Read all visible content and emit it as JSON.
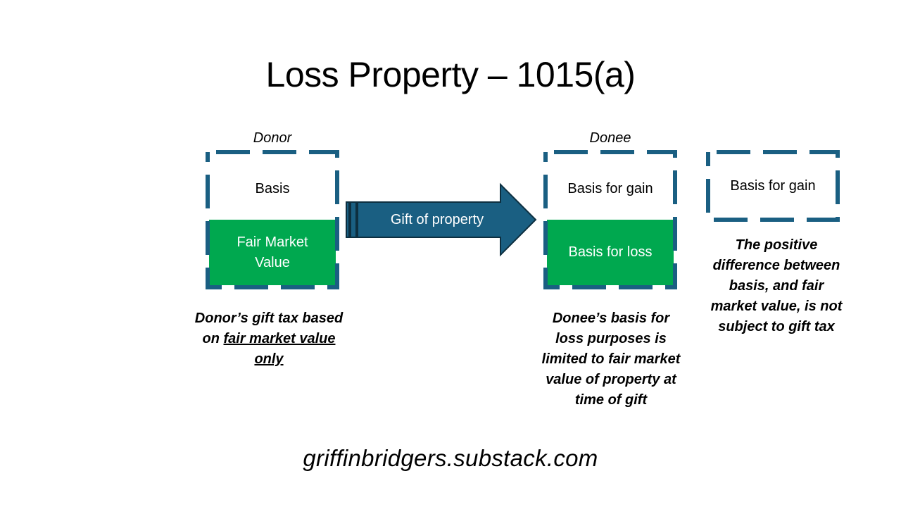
{
  "title": "Loss Property – 1015(a)",
  "colors": {
    "dash_border": "#1a5f82",
    "green_fill": "#00a84f",
    "arrow_fill": "#1a5f82",
    "arrow_outline": "#0d2f40"
  },
  "donor": {
    "label": "Donor",
    "top_cell": "Basis",
    "bottom_cell": "Fair Market Value",
    "note": {
      "part1": "Donor’s gift tax based on ",
      "underlined": "fair market value only"
    }
  },
  "arrow": {
    "label": "Gift of property",
    "icon": "right-arrow-icon"
  },
  "donee": {
    "label": "Donee",
    "top_cell": "Basis for gain",
    "bottom_cell": "Basis for loss",
    "note": "Donee’s basis for loss purposes is limited to fair market value of property at time of gift"
  },
  "third_box": {
    "cell": "Basis for gain",
    "note": "The positive difference between basis, and fair market value, is not subject to gift tax"
  },
  "footer": "griffinbridgers.substack.com"
}
